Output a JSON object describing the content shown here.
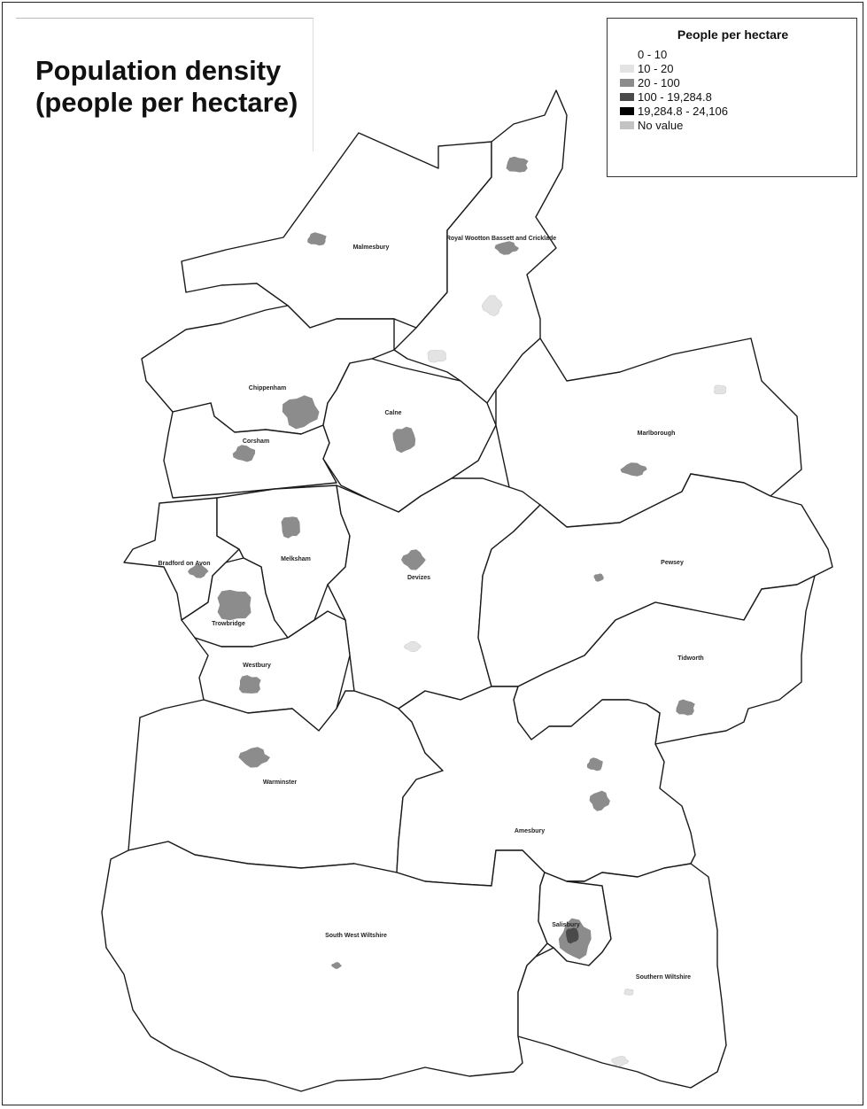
{
  "title": "Population density (people per hectare)",
  "legend": {
    "title": "People per hectare",
    "items": [
      {
        "label": "0 - 10",
        "color": "#ffffff"
      },
      {
        "label": "10 - 20",
        "color": "#e3e3e3"
      },
      {
        "label": "20 - 100",
        "color": "#8c8c8c"
      },
      {
        "label": "100 - 19,284.8",
        "color": "#4a4a4a"
      },
      {
        "label": "19,284.8 - 24,106",
        "color": "#000000"
      },
      {
        "label": "No value",
        "color": "#c3c3c3"
      }
    ]
  },
  "districts": [
    {
      "id": "malmesbury",
      "name": "Malmesbury"
    },
    {
      "id": "royal-wootton-bassett",
      "name": "Royal Wootton Bassett and Cricklade"
    },
    {
      "id": "chippenham",
      "name": "Chippenham"
    },
    {
      "id": "corsham",
      "name": "Corsham"
    },
    {
      "id": "calne",
      "name": "Calne"
    },
    {
      "id": "marlborough",
      "name": "Marlborough"
    },
    {
      "id": "bradford-on-avon",
      "name": "Bradford on Avon"
    },
    {
      "id": "melksham",
      "name": "Melksham"
    },
    {
      "id": "trowbridge",
      "name": "Trowbridge"
    },
    {
      "id": "devizes",
      "name": "Devizes"
    },
    {
      "id": "pewsey",
      "name": "Pewsey"
    },
    {
      "id": "westbury",
      "name": "Westbury"
    },
    {
      "id": "tidworth",
      "name": "Tidworth"
    },
    {
      "id": "warminster",
      "name": "Warminster"
    },
    {
      "id": "amesbury",
      "name": "Amesbury"
    },
    {
      "id": "south-west-wiltshire",
      "name": "South West Wiltshire"
    },
    {
      "id": "salisbury",
      "name": "Salisbury"
    },
    {
      "id": "southern-wiltshire",
      "name": "Southern Wiltshire"
    }
  ],
  "settlements": [
    {
      "district": "royal-wootton-bassett",
      "category": 2
    },
    {
      "district": "royal-wootton-bassett",
      "category": 2
    },
    {
      "district": "malmesbury",
      "category": 2
    },
    {
      "district": "chippenham",
      "category": 2
    },
    {
      "district": "corsham",
      "category": 2
    },
    {
      "district": "calne",
      "category": 2
    },
    {
      "district": "marlborough",
      "category": 2
    },
    {
      "district": "melksham",
      "category": 2
    },
    {
      "district": "bradford-on-avon",
      "category": 2
    },
    {
      "district": "trowbridge",
      "category": 2
    },
    {
      "district": "devizes",
      "category": 2
    },
    {
      "district": "westbury",
      "category": 2
    },
    {
      "district": "warminster",
      "category": 2
    },
    {
      "district": "tidworth",
      "category": 2
    },
    {
      "district": "amesbury",
      "category": 2
    },
    {
      "district": "amesbury",
      "category": 2
    },
    {
      "district": "pewsey",
      "category": 2
    },
    {
      "district": "salisbury",
      "category": 2
    },
    {
      "district": "salisbury",
      "category": 3
    },
    {
      "district": "royal-wootton-bassett",
      "category": 1
    },
    {
      "district": "chippenham",
      "category": 1
    },
    {
      "district": "devizes",
      "category": 1
    },
    {
      "district": "marlborough",
      "category": 1
    },
    {
      "district": "south-west-wiltshire",
      "category": 2
    },
    {
      "district": "southern-wiltshire",
      "category": 1
    },
    {
      "district": "southern-wiltshire",
      "category": 1
    }
  ]
}
